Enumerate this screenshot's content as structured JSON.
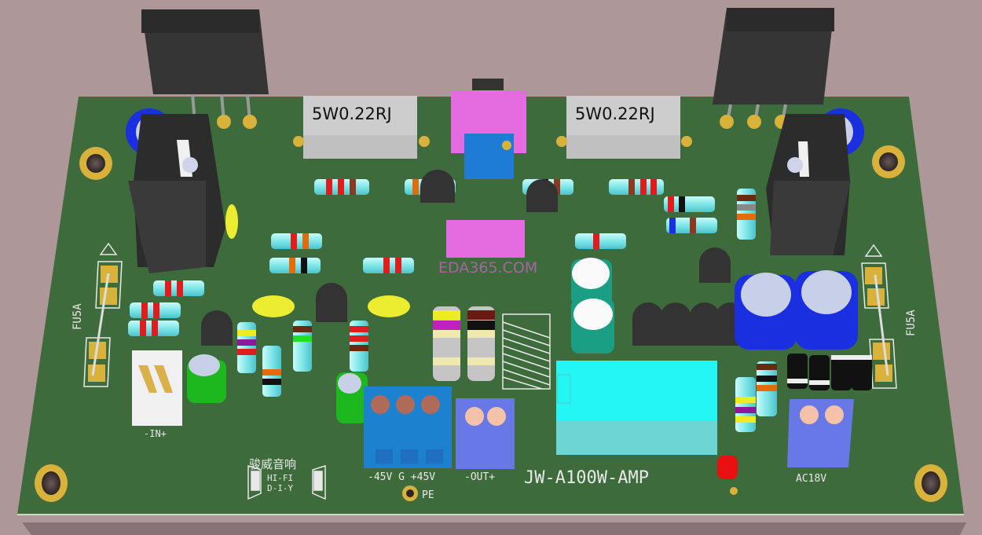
{
  "board": {
    "name": "JW-A100W-AMP",
    "brand_cn": "骏威音响",
    "brand_line1": "HI-FI",
    "brand_line2": "D-I-Y",
    "watermark": "EDA365.COM",
    "colors": {
      "background": "#ad9799",
      "pcb": "#3e6b3c",
      "pad": "#d8b23a",
      "silkscreen": "#e8e8e8",
      "power_transistor": "#333333",
      "trimmer_body": "#e46ce0",
      "trimmer_screw": "#1e7bd6",
      "relay": "#24f6f6",
      "terminal_blue": "#1c82cf",
      "terminal_violet": "#6878e6",
      "electrolytic_blue": "#1a2fe0",
      "electrolytic_green": "#1a9e84"
    }
  },
  "components": {
    "power_resistor_left": "5W0.22RJ",
    "power_resistor_right": "5W0.22RJ"
  },
  "labels": {
    "fuse_left": "FU5A",
    "fuse_right": "FU5A",
    "input": "-IN+",
    "power_terminal": "-45V G +45V",
    "output_terminal": "-OUT+",
    "ground": "PE",
    "ac_input": "AC18V",
    "warning_symbol": "!"
  }
}
